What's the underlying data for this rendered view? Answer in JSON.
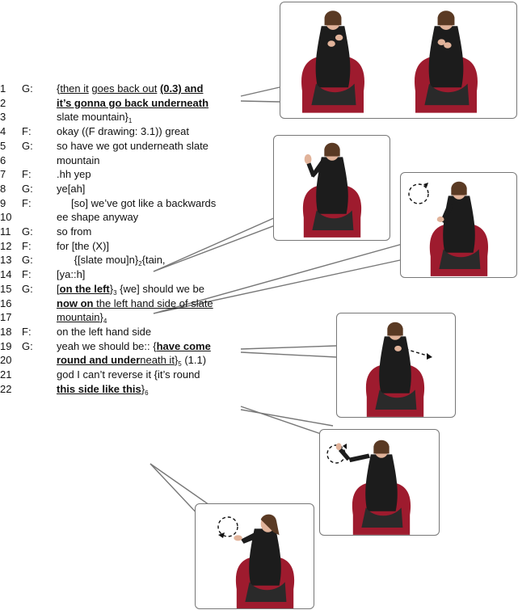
{
  "transcript": [
    {
      "n": "1",
      "s": "G:",
      "parts": [
        {
          "t": "{"
        },
        {
          "t": "then it",
          "u": 1
        },
        {
          "t": " "
        },
        {
          "t": "goes back out",
          "u": 1
        },
        {
          "t": " "
        },
        {
          "t": "(0.3) and",
          "u": 1,
          "b": 1
        }
      ]
    },
    {
      "n": "2",
      "s": "",
      "parts": [
        {
          "t": "it’s gonna go back underneath",
          "u": 1,
          "b": 1
        }
      ]
    },
    {
      "n": "3",
      "s": "",
      "parts": [
        {
          "t": "slate mountain}"
        },
        {
          "t": "1",
          "sub": 1
        }
      ]
    },
    {
      "n": "4",
      "s": "F:",
      "parts": [
        {
          "t": "okay ((F drawing: 3.1)) great"
        }
      ]
    },
    {
      "n": "5",
      "s": "G:",
      "parts": [
        {
          "t": "so have we got underneath slate"
        }
      ]
    },
    {
      "n": "6",
      "s": "",
      "parts": [
        {
          "t": "mountain"
        }
      ]
    },
    {
      "n": "7",
      "s": "F:",
      "parts": [
        {
          "t": ".hh yep"
        }
      ]
    },
    {
      "n": "8",
      "s": "G:",
      "parts": [
        {
          "t": "ye[ah]"
        }
      ]
    },
    {
      "n": "9",
      "s": "F:",
      "parts": [
        {
          "t": "     [so] we’ve got like a backwards"
        }
      ]
    },
    {
      "n": "10",
      "s": "",
      "parts": [
        {
          "t": "ee shape anyway"
        }
      ]
    },
    {
      "n": "11",
      "s": "G:",
      "parts": [
        {
          "t": "so from"
        }
      ]
    },
    {
      "n": "12",
      "s": "F:",
      "parts": [
        {
          "t": "for [the (X)]"
        }
      ]
    },
    {
      "n": "13",
      "s": "G:",
      "parts": [
        {
          "t": "      {[slate mou]n}"
        },
        {
          "t": "2",
          "sub": 1
        },
        {
          "t": "{tain,"
        }
      ]
    },
    {
      "n": "14",
      "s": "F:",
      "parts": [
        {
          "t": "[ya::h]"
        }
      ]
    },
    {
      "n": "15",
      "s": "G:",
      "parts": [
        {
          "t": "["
        },
        {
          "t": "on the left",
          "u": 1,
          "b": 1
        },
        {
          "t": "}"
        },
        {
          "t": "3",
          "sub": 1
        },
        {
          "t": " {we] should we be"
        }
      ]
    },
    {
      "n": "16",
      "s": "",
      "parts": [
        {
          "t": "now on",
          "u": 1,
          "b": 1
        },
        {
          "t": " the left hand side of slate",
          "u": 1
        }
      ]
    },
    {
      "n": "17",
      "s": "",
      "parts": [
        {
          "t": "mountain",
          "u": 1
        },
        {
          "t": "}"
        },
        {
          "t": "4",
          "sub": 1
        }
      ]
    },
    {
      "n": "18",
      "s": "F:",
      "parts": [
        {
          "t": "on the left hand side"
        }
      ]
    },
    {
      "n": "19",
      "s": "G:",
      "parts": [
        {
          "t": "yeah we should be:: {"
        },
        {
          "t": "have come",
          "u": 1,
          "b": 1
        }
      ]
    },
    {
      "n": "20",
      "s": "",
      "parts": [
        {
          "t": "round and under",
          "u": 1,
          "b": 1
        },
        {
          "t": "neath it",
          "u": 1
        },
        {
          "t": "}"
        },
        {
          "t": "5",
          "sub": 1
        },
        {
          "t": " (1.1)"
        }
      ]
    },
    {
      "n": "21",
      "s": "",
      "parts": [
        {
          "t": "god I can’t reverse it {it’s round"
        }
      ]
    },
    {
      "n": "22",
      "s": "",
      "parts": [
        {
          "t": "this side like this",
          "u": 1,
          "b": 1
        },
        {
          "t": "}"
        },
        {
          "t": "6",
          "sub": 1
        }
      ]
    }
  ]
}
